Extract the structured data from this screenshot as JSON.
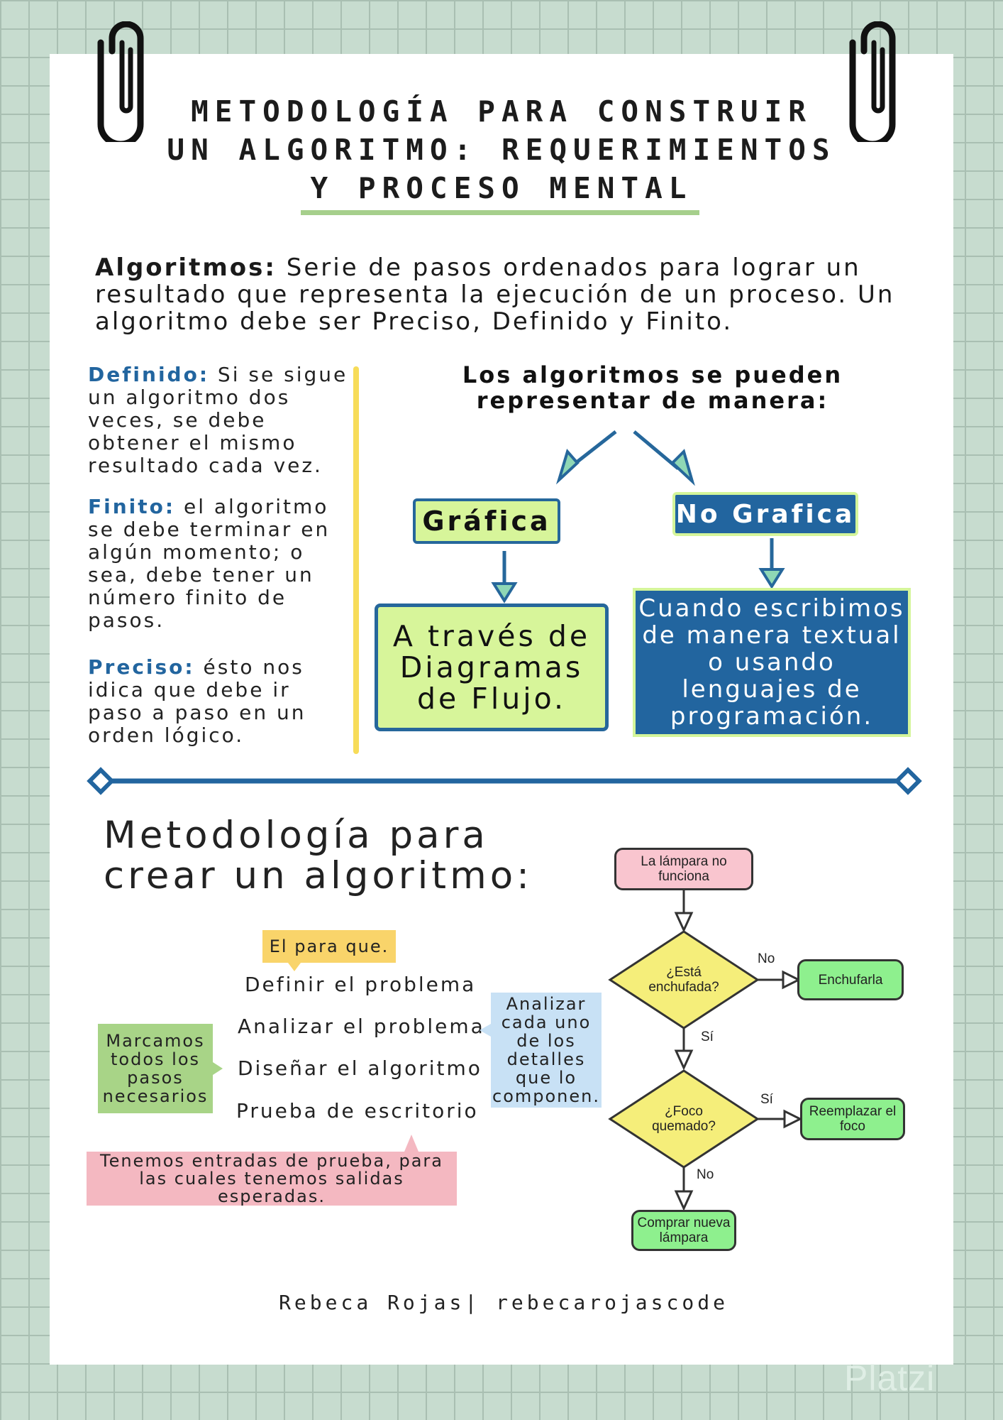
{
  "title": {
    "line1": "METODOLOGÍA PARA CONSTRUIR",
    "line2": "UN ALGORITMO: REQUERIMIENTOS",
    "line3": "Y PROCESO MENTAL"
  },
  "definition": {
    "term": "Algoritmos:",
    "text": " Serie de pasos ordenados para lograr un resultado que representa la ejecución de un proceso. Un algoritmo debe ser Preciso, Definido y Finito."
  },
  "properties": [
    {
      "term": "Definido:",
      "text": " Si se sigue un algoritmo dos veces, se debe obtener el mismo resultado cada vez."
    },
    {
      "term": "Finito:",
      "text": " el algoritmo se debe terminar en algún momento; o sea, debe tener un número finito de pasos."
    },
    {
      "term": "Preciso:",
      "text": " ésto nos idica que debe ir paso a paso en un orden lógico."
    }
  ],
  "representation": {
    "heading_line1": "Los algoritmos se pueden",
    "heading_line2": "representar de manera:",
    "grafica": "Gráfica",
    "no_grafica": "No Grafica",
    "grafica_desc": "A través de Diagramas de Flujo.",
    "no_grafica_desc": "Cuando escribimos de manera textual o usando lenguajes de programación."
  },
  "methodology": {
    "title_line1": "Metodología para",
    "title_line2": "crear un algoritmo:",
    "steps": [
      "Definir el problema",
      "Analizar el problema",
      "Diseñar el algoritmo",
      "Prueba de escritorio"
    ],
    "notes": {
      "para_que": "El para que.",
      "marcamos": "Marcamos todos los pasos necesarios",
      "analizar": "Analizar cada uno de los detalles que lo componen.",
      "tenemos": "Tenemos entradas de prueba, para las cuales tenemos salidas esperadas."
    }
  },
  "flowchart": {
    "start": "La lámpara no funciona",
    "q1": "¿Está enchufada?",
    "q1_no_label": "No",
    "q1_no_action": "Enchufarla",
    "q1_yes_label": "Sí",
    "q2": "¿Foco quemado?",
    "q2_yes_label": "Sí",
    "q2_yes_action": "Reemplazar el foco",
    "q2_no_label": "No",
    "q2_no_action": "Comprar nueva lámpara"
  },
  "credit": "Rebeca Rojas| rebecarojascode",
  "watermark": "Platzi",
  "colors": {
    "background_grid": "#c7dccf",
    "accent_blue": "#22659f",
    "accent_lime": "#d7f59a",
    "accent_yellow": "#f7dc59",
    "underline_green": "#a6cf8c",
    "flow_pink": "#f9c5cf",
    "flow_yellow": "#f5ee7a",
    "flow_green": "#8ef08e"
  }
}
